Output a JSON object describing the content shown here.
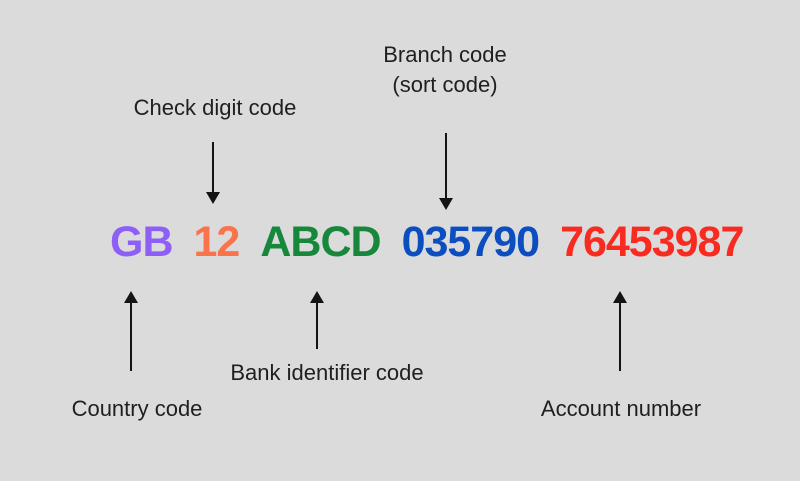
{
  "background_color": "#dbdbdb",
  "label_text_color": "#1f1f1f",
  "arrow_color": "#141414",
  "iban": {
    "segments": [
      {
        "text": "GB",
        "color": "#8e5ff7",
        "meaning": "country-code"
      },
      {
        "text": "12",
        "color": "#f9744a",
        "meaning": "check-digit-code"
      },
      {
        "text": "ABCD",
        "color": "#17883b",
        "meaning": "bank-identifier-code"
      },
      {
        "text": "035790",
        "color": "#0c4ec0",
        "meaning": "branch-code"
      },
      {
        "text": "76453987",
        "color": "#f92a1f",
        "meaning": "account-number"
      }
    ]
  },
  "labels": {
    "check_digit": "Check digit code",
    "branch_line1": "Branch code",
    "branch_line2": "(sort code)",
    "bank_identifier": "Bank identifier code",
    "country": "Country code",
    "account": "Account number"
  }
}
